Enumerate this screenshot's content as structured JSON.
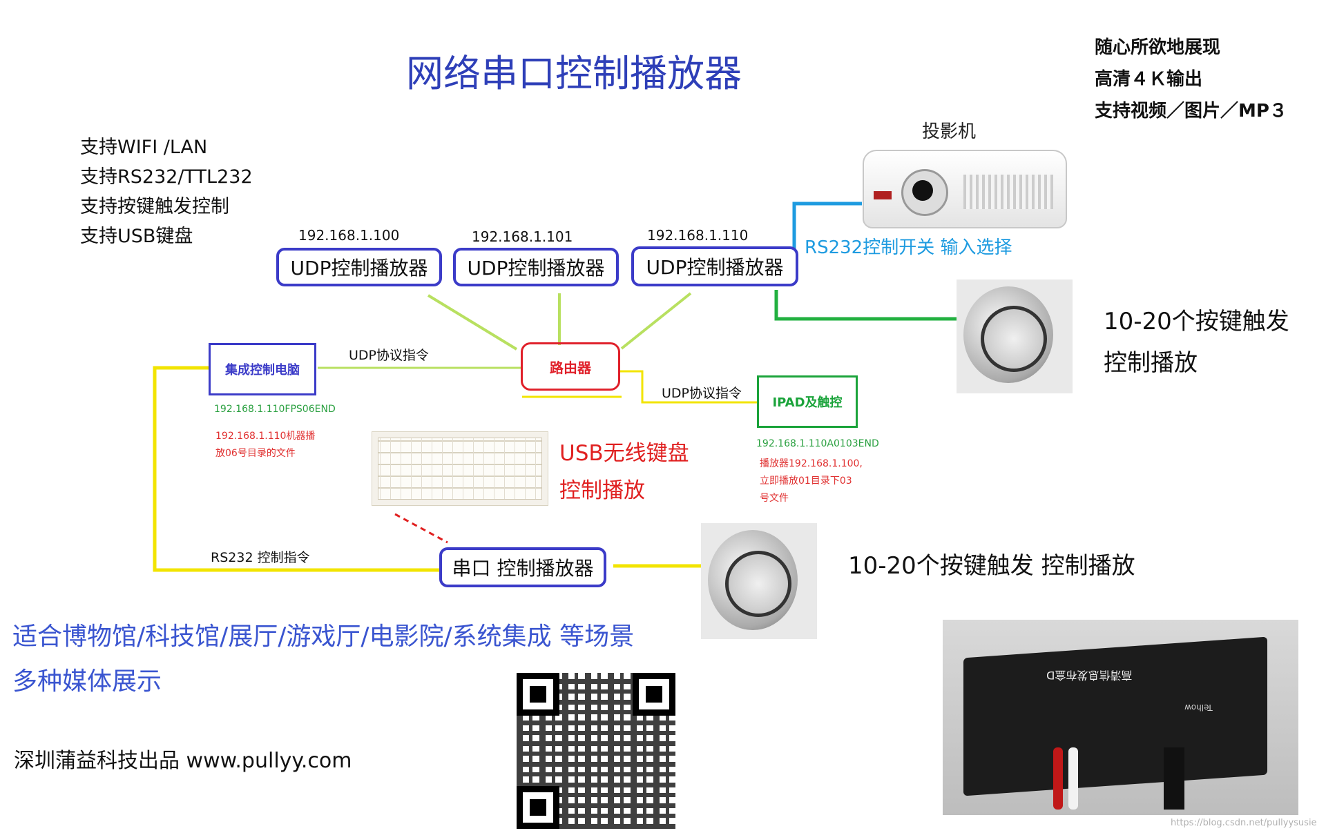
{
  "title": "网络串口控制播放器",
  "highlights": [
    "随心所欲地展现",
    "高清４Ｋ输出",
    "支持视频／图片／MP３"
  ],
  "features": [
    "支持WIFI /LAN",
    "支持RS232/TTL232",
    "支持按键触发控制",
    "支持USB键盘"
  ],
  "players": [
    {
      "ip": "192.168.1.100",
      "label": "UDP控制播放器"
    },
    {
      "ip": "192.168.1.101",
      "label": "UDP控制播放器"
    },
    {
      "ip": "192.168.1.110",
      "label": "UDP控制播放器"
    }
  ],
  "projector_label": "投影机",
  "rs232_switch_label": "RS232控制开关  输入选择",
  "button_trigger_1": [
    "10-20个按键触发",
    "控制播放"
  ],
  "router_label": "路由器",
  "pc_label": "集成控制电脑",
  "udp_cmd_label_1": "UDP协议指令",
  "udp_cmd_label_2": "UDP协议指令",
  "ipad_label": "IPAD及触控",
  "pc_cmd_example": "192.168.1.110FPS06END",
  "pc_cmd_desc": [
    "192.168.1.110机器播",
    "放06号目录的文件"
  ],
  "ipad_cmd_example": "192.168.1.110A0103END",
  "ipad_cmd_desc": [
    "播放器192.168.1.100,",
    "立即播放01目录下03",
    "号文件"
  ],
  "usb_keyboard_label": [
    "USB无线键盘",
    "控制播放"
  ],
  "rs232_cmd_label": "RS232 控制指令",
  "serial_player_label": "串口 控制播放器",
  "button_trigger_2": "10-20个按键触发 控制播放",
  "scenarios": [
    "适合博物馆/科技馆/展厅/游戏厅/电影院/系统集成 等场景",
    "多种媒体展示"
  ],
  "company": "深圳蒲益科技出品  www.pullyy.com",
  "device_label_text": "高清信息发布盒D",
  "device_brand": "Telhow",
  "watermark": "https://blog.csdn.net/pullyysusie",
  "colors": {
    "title": "#2e3fb8",
    "box_border": "#3b3bc8",
    "router": "#e0202a",
    "ipad": "#1aa33a",
    "green_text": "#2aa040",
    "red_text": "#e03030",
    "cyan_text": "#1e9be0",
    "scenario_text": "#3a55d0",
    "yellow_wire": "#f2e400",
    "green_wire": "#22b040",
    "blue_wire": "#1e9be0",
    "lime_wire": "#b8e060"
  }
}
